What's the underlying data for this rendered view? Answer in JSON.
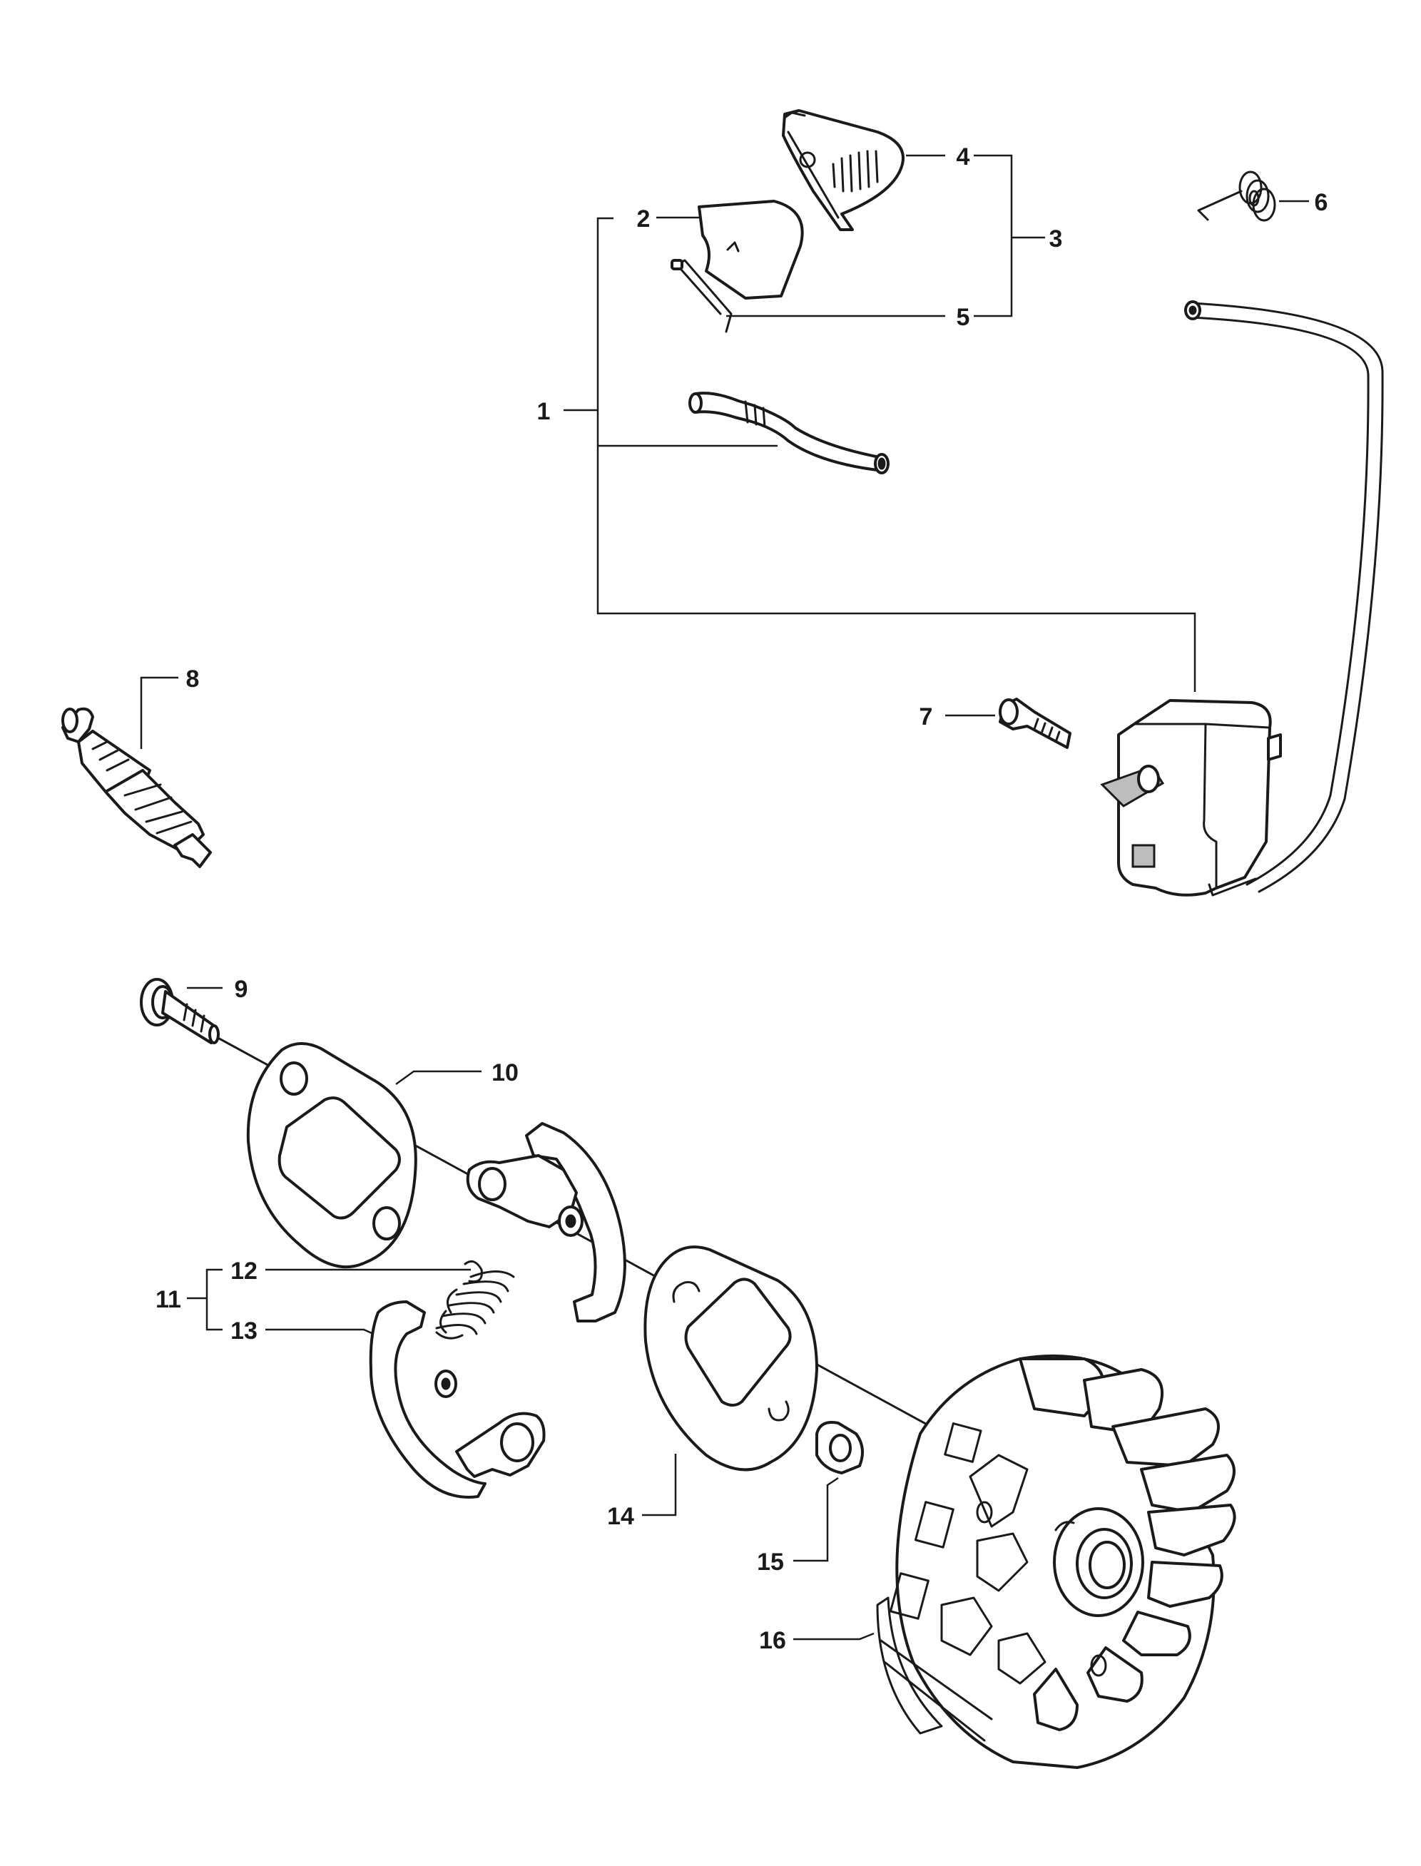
{
  "callouts": [
    "1",
    "2",
    "3",
    "4",
    "5",
    "6",
    "7",
    "8",
    "9",
    "10",
    "11",
    "12",
    "13",
    "14",
    "15",
    "16"
  ],
  "colors": {
    "ink": "#1a1a1a",
    "paper": "#ffffff"
  }
}
